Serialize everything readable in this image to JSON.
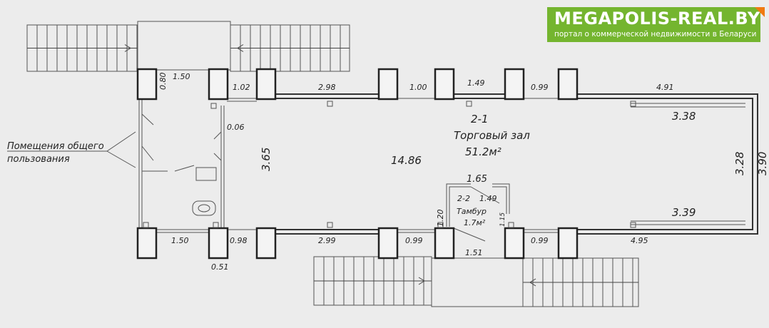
{
  "logo": {
    "title": "MEGAPOLIS-REAL.BY",
    "subtitle": "портал о коммерческой недвижимости в Беларуси",
    "brand_color": "#74b52f",
    "accent_color": "#f07a10"
  },
  "room_main": {
    "id": "2-1",
    "name": "Торговый зал",
    "area": "51.2м²"
  },
  "room_vestibule": {
    "id": "2-2",
    "name": "Тамбур",
    "area": "1.7м²"
  },
  "common_label": {
    "line1": "Помещения общего",
    "line2": "пользования"
  },
  "dims": {
    "top": [
      "0.80",
      "1.50",
      "1.02",
      "2.98",
      "1.00",
      "1.49",
      "0.99",
      "4.91"
    ],
    "bottom": [
      "1.50",
      "0.98",
      "0.51",
      "2.99",
      "0.99",
      "1.51",
      "0.99",
      "4.95"
    ],
    "inner": [
      "0.06",
      "3.65",
      "14.86",
      "3.38",
      "3.39",
      "3.28",
      "3.90",
      "1.65",
      "1.49",
      "1.20",
      "1.15"
    ]
  }
}
